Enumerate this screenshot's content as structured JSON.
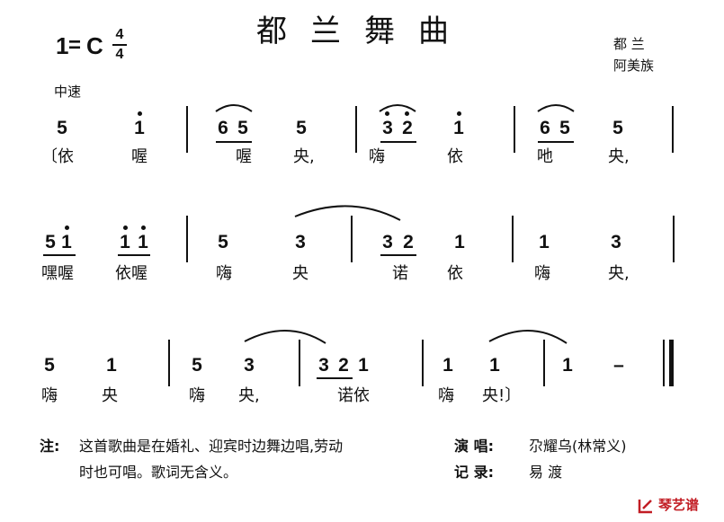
{
  "header": {
    "key_one": "1",
    "key_eq": "=",
    "key_letter": "C",
    "time_top": "4",
    "time_bottom": "4",
    "title": "都兰舞曲",
    "region": "都 兰",
    "ethnicity": "阿美族",
    "tempo": "中速"
  },
  "notes": {
    "n1": "5",
    "n2": "1",
    "n3": "6",
    "n4": "5",
    "n5": "5",
    "n6": "3",
    "n7": "2",
    "n8": "1",
    "n9": "6",
    "n10": "5",
    "n11": "5",
    "n12": "5",
    "n13": "1",
    "n14": "1",
    "n15": "1",
    "n16": "5",
    "n17": "3",
    "n18": "3",
    "n19": "2",
    "n20": "1",
    "n21": "1",
    "n22": "3",
    "n23": "5",
    "n24": "1",
    "n25": "5",
    "n26": "3",
    "n27": "3",
    "n28": "2",
    "n29": "1",
    "n30": "1",
    "n31": "1",
    "n32": "1",
    "n33": "–"
  },
  "lyrics": {
    "l1": "〔依",
    "l2": "喔",
    "l3": "喔",
    "l4": "央,",
    "l5": "嗨",
    "l6": "依",
    "l7": "吔",
    "l8": "央,",
    "l9": "嘿喔",
    "l10": "依喔",
    "l11": "嗨",
    "l12": "央",
    "l13": "诺",
    "l14": "依",
    "l15": "嗨",
    "l16": "央,",
    "l17": "嗨",
    "l18": "央",
    "l19": "嗨",
    "l20": "央,",
    "l21": "诺依",
    "l22": "嗨",
    "l23": "央!〕"
  },
  "footer": {
    "note_label": "注:",
    "note_line1": "这首歌曲是在婚礼、迎宾时边舞边唱,劳动",
    "note_line2": "时也可唱。歌词无含义。",
    "singer_label": "演  唱:",
    "singer": "尕耀乌(林常义)",
    "recorder_label": "记  录:",
    "recorder": "易  渡"
  },
  "logo": {
    "text": "琴艺谱"
  }
}
